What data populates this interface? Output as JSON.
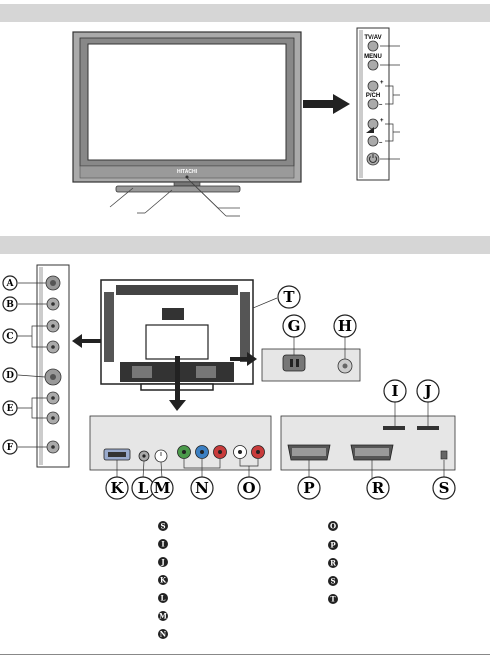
{
  "front_panel": {
    "tv_brand": "HITACHI",
    "buttons": [
      "TV/AV",
      "MENU",
      "P/CH",
      "",
      ""
    ],
    "pch_plus": "+",
    "pch_minus": "–",
    "vol_plus": "+",
    "vol_minus": "–"
  },
  "side_panel": {
    "labels": [
      "A",
      "B",
      "C",
      "D",
      "E",
      "F"
    ]
  },
  "rear_panel": {
    "top_labels": [
      "T",
      "G",
      "H",
      "I",
      "J"
    ],
    "bottom_labels": [
      "K",
      "L",
      "M",
      "N",
      "O",
      "P",
      "R",
      "S"
    ]
  },
  "legend": {
    "left": [
      "S",
      "I",
      "J",
      "K",
      "L",
      "M",
      "N"
    ],
    "right": [
      "O",
      "P",
      "R",
      "S",
      "T"
    ]
  }
}
